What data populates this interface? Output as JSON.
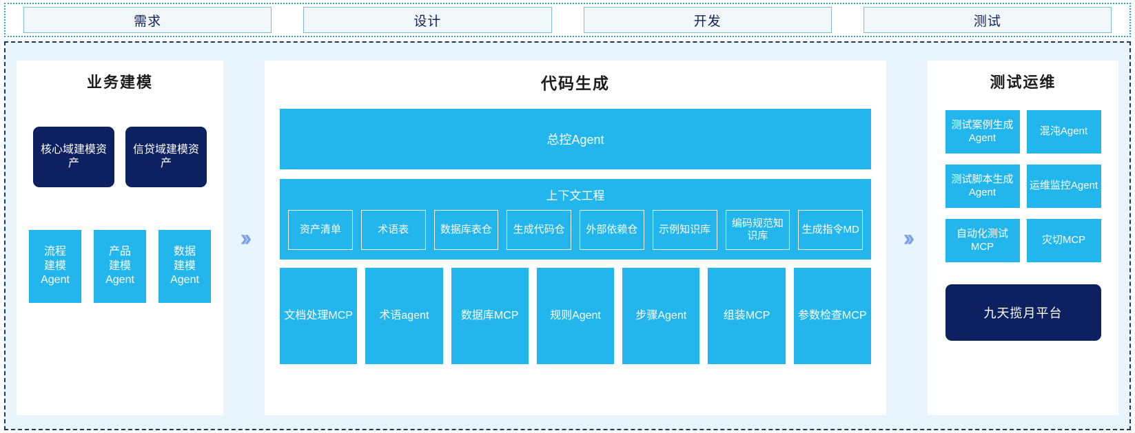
{
  "phases": {
    "items": [
      {
        "label": "需求"
      },
      {
        "label": "设计"
      },
      {
        "label": "开发"
      },
      {
        "label": "测试"
      }
    ]
  },
  "separators": {
    "chevron_glyph": "››",
    "color": "#7d9fe8"
  },
  "colors": {
    "accent_blue": "#22b6ec",
    "navy": "#0d2060",
    "panel_bg": "#ffffff",
    "outer_bg": "#e9f5fd",
    "phase_bg": "#f2f7fa",
    "phase_border": "#7fbcd8",
    "outer_border": "#16356b",
    "title_text": "#1c1c1c"
  },
  "left_panel": {
    "title": "业务建模",
    "assets": [
      {
        "label": "核心域建模资产"
      },
      {
        "label": "信贷域建模资产"
      }
    ],
    "agents": [
      {
        "label": "流程\n建模\nAgent"
      },
      {
        "label": "产品\n建模\nAgent"
      },
      {
        "label": "数据\n建模\nAgent"
      }
    ]
  },
  "middle_panel": {
    "title": "代码生成",
    "master_agent": "总控Agent",
    "context": {
      "title": "上下文工程",
      "cells": [
        {
          "label": "资产清单"
        },
        {
          "label": "术语表"
        },
        {
          "label": "数据库表仓"
        },
        {
          "label": "生成代码仓"
        },
        {
          "label": "外部依赖仓"
        },
        {
          "label": "示例知识库"
        },
        {
          "label": "编码规范知识库"
        },
        {
          "label": "生成指令MD"
        }
      ]
    },
    "tools": [
      {
        "label": "文档处理MCP"
      },
      {
        "label": "术语agent"
      },
      {
        "label": "数据库MCP"
      },
      {
        "label": "规则Agent"
      },
      {
        "label": "步骤Agent"
      },
      {
        "label": "组装MCP"
      },
      {
        "label": "参数检查MCP"
      }
    ]
  },
  "right_panel": {
    "title": "测试运维",
    "cells": [
      {
        "label": "测试案例生成Agent"
      },
      {
        "label": "混沌Agent"
      },
      {
        "label": "测试脚本生成Agent"
      },
      {
        "label": "运维监控Agent"
      },
      {
        "label": "自动化测试MCP"
      },
      {
        "label": "灾切MCP"
      }
    ],
    "platform": "九天揽月平台"
  }
}
